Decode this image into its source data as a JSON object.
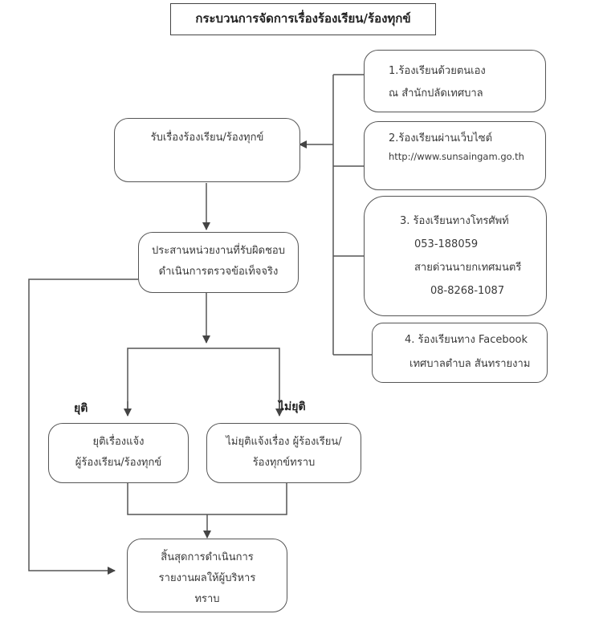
{
  "title": "กระบวนการจัดการเรื่องร้องเรียน/ร้องทุกข์",
  "channels": [
    {
      "lines": [
        "1.ร้องเรียนด้วยตนเอง",
        "ณ สำนักปลัดเทศบาล"
      ]
    },
    {
      "lines": [
        "2.ร้องเรียนผ่านเว็บไซต์",
        "http://www.sunsaingam.go.th"
      ]
    },
    {
      "lines": [
        "3. ร้องเรียนทางโทรศัพท์",
        "053-188059",
        "สายด่วนนายกเทศมนตรี",
        "08-8268-1087"
      ]
    },
    {
      "lines": [
        "4. ร้องเรียนทาง  Facebook",
        "เทศบาลตำบล สันทรายงาม"
      ]
    }
  ],
  "steps": {
    "receive": "รับเรื่องร้องเรียน/ร้องทุกข์",
    "coordinate": [
      "ประสานหน่วยงานที่รับผิดชอบ",
      "ดำเนินการตรวจข้อเท็จจริง"
    ],
    "resolved_label": "ยุติ",
    "unresolved_label": "ไม่ยุติ",
    "resolved": [
      "ยุติเรื่องแจ้ง",
      "ผู้ร้องเรียน/ร้องทุกข์"
    ],
    "unresolved": [
      "ไม่ยุติแจ้งเรื่อง ผู้ร้องเรียน/",
      "ร้องทุกข์ทราบ"
    ],
    "end": [
      "สิ้นสุดการดำเนินการ",
      "รายงานผลให้ผู้บริหาร",
      "ทราบ"
    ]
  }
}
